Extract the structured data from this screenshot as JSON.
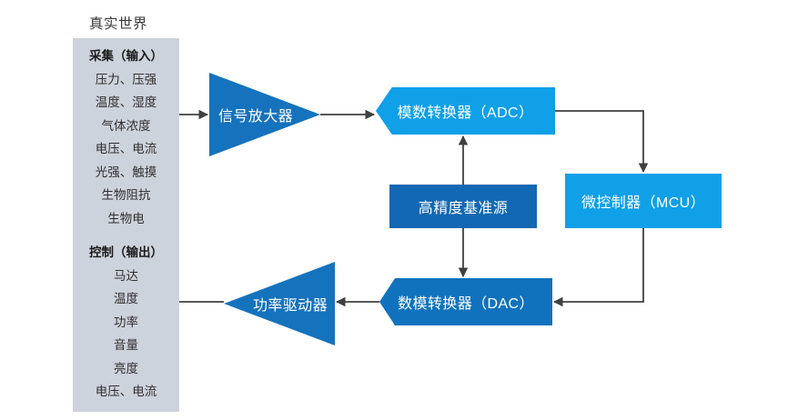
{
  "diagram": {
    "title": "真实世界",
    "input_group": {
      "header": "采集（输入）",
      "items": [
        "压力、压强",
        "温度、湿度",
        "气体浓度",
        "电压、电流",
        "光强、触摸",
        "生物阻抗",
        "生物电"
      ]
    },
    "output_group": {
      "header": "控制（输出）",
      "items": [
        "马达",
        "温度",
        "功率",
        "音量",
        "亮度",
        "电压、电流"
      ]
    },
    "blocks": {
      "amplifier": "信号放大器",
      "adc": "模数转换器（ADC）",
      "reference": "高精度基准源",
      "mcu": "微控制器（MCU）",
      "dac": "数模转换器（DAC）",
      "driver": "功率驱动器"
    },
    "colors": {
      "io_box_bg": "#cdd3dc",
      "dark_blue": "#1572bd",
      "bright_blue": "#0fa0e8",
      "ref_blue": "#1268b3",
      "dac_blue": "#1072bd",
      "wire": "#404040"
    }
  }
}
